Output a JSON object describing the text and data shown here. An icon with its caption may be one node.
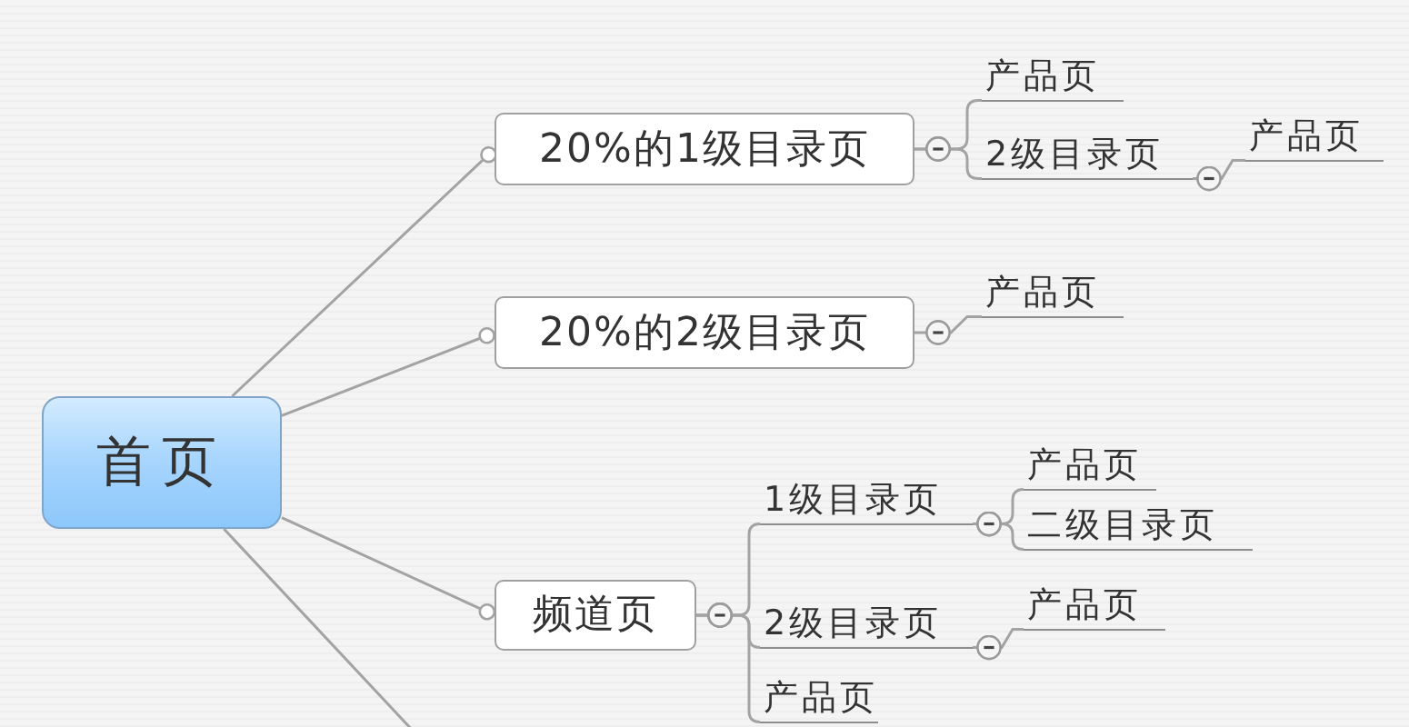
{
  "diagram": {
    "nodes": [
      {
        "text": [
          "首页"
        ]
      },
      {
        "text": [
          "20%的1级目录页"
        ]
      },
      {
        "text": [
          "产品页"
        ]
      },
      {
        "text": [
          "2级目录页"
        ]
      },
      {
        "text": [
          "产品页"
        ]
      },
      {
        "text": [
          "20%的2级目录页"
        ]
      },
      {
        "text": [
          "产品页"
        ]
      },
      {
        "text": [
          "频道页"
        ]
      },
      {
        "text": [
          "1级目录页"
        ]
      },
      {
        "text": [
          "产品页"
        ]
      },
      {
        "text": [
          "二级目录页"
        ]
      },
      {
        "text": [
          "2级目录页"
        ]
      },
      {
        "text": [
          "产品页"
        ]
      },
      {
        "text": [
          "产品页"
        ]
      }
    ],
    "edges": [
      {
        "from": 0,
        "to": 1,
        "arrow": "other"
      },
      {
        "from": 0,
        "to": 5,
        "arrow": "other"
      },
      {
        "from": 0,
        "to": 7,
        "arrow": "other"
      },
      {
        "from": 0,
        "to": null,
        "arrow": "none"
      },
      {
        "from": 1,
        "to": 2,
        "arrow": "other"
      },
      {
        "from": 1,
        "to": 3,
        "arrow": "other"
      },
      {
        "from": 3,
        "to": 4,
        "arrow": "other"
      },
      {
        "from": 5,
        "to": 6,
        "arrow": "other"
      },
      {
        "from": 7,
        "to": 8,
        "arrow": "other"
      },
      {
        "from": 7,
        "to": 11,
        "arrow": "other"
      },
      {
        "from": 7,
        "to": 13,
        "arrow": "other"
      },
      {
        "from": 8,
        "to": 9,
        "arrow": "other"
      },
      {
        "from": 8,
        "to": 10,
        "arrow": "other"
      },
      {
        "from": 11,
        "to": 12,
        "arrow": "other"
      }
    ]
  }
}
